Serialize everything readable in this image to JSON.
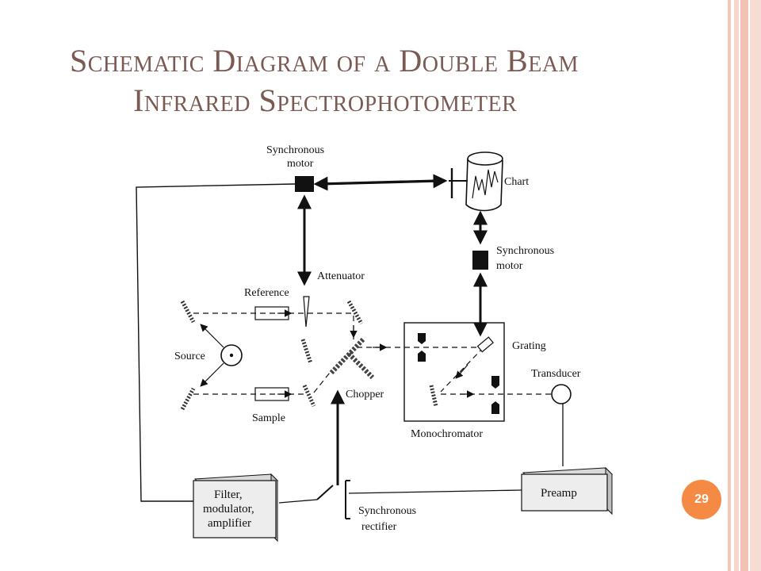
{
  "slide": {
    "title_line1": "Schematic Diagram of a Double Beam",
    "title_line2": "Infrared Spectrophotometer",
    "page_number": "29"
  },
  "diagram": {
    "labels": {
      "synchronous_motor_top_1": "Synchronous",
      "synchronous_motor_top_2": "motor",
      "chart": "Chart",
      "synchronous_motor_right_1": "Synchronous",
      "synchronous_motor_right_2": "motor",
      "attenuator": "Attenuator",
      "reference": "Reference",
      "source": "Source",
      "sample": "Sample",
      "chopper": "Chopper",
      "grating": "Grating",
      "transducer": "Transducer",
      "monochromator": "Monochromator",
      "filter_line1": "Filter,",
      "filter_line2": "modulator,",
      "filter_line3": "amplifier",
      "preamp": "Preamp",
      "sync_rectifier_1": "Synchronous",
      "sync_rectifier_2": "rectifier"
    }
  },
  "colors": {
    "title": "#7b5a54",
    "badge": "#f58a45",
    "stripe_light": "#f6d6cc",
    "stripe_mid": "#f2c2b4"
  }
}
